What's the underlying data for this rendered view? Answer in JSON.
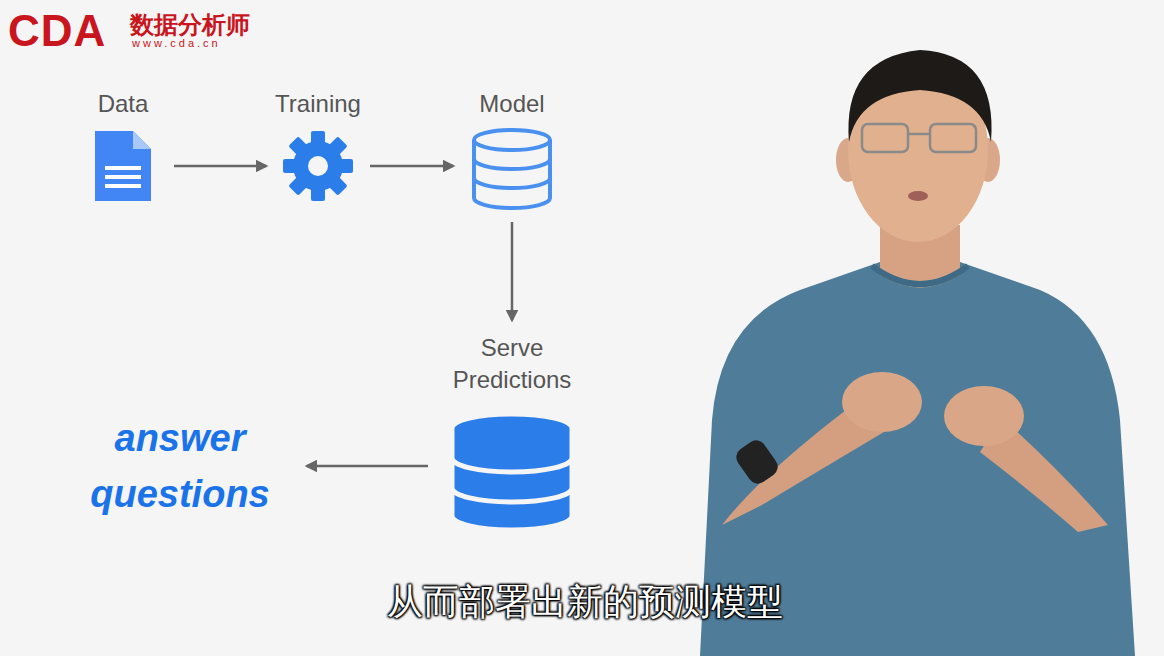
{
  "diagram": {
    "nodes": [
      {
        "text": [
          "Data"
        ]
      },
      {
        "text": [
          "Training"
        ]
      },
      {
        "text": [
          "Model"
        ]
      },
      {
        "text": [
          "Serve Predictions"
        ]
      },
      {
        "text": [
          "answer questions"
        ]
      }
    ],
    "edges": [
      {
        "from": 0,
        "to": 1,
        "arrow": "to"
      },
      {
        "from": 1,
        "to": 2,
        "arrow": "to"
      },
      {
        "from": 2,
        "to": 3,
        "arrow": "to"
      },
      {
        "from": 3,
        "to": 4,
        "arrow": "to"
      }
    ],
    "labels": [
      "CDA",
      "数据分析师",
      "www.cda.cn",
      "从而部署出新的预测模型"
    ]
  }
}
